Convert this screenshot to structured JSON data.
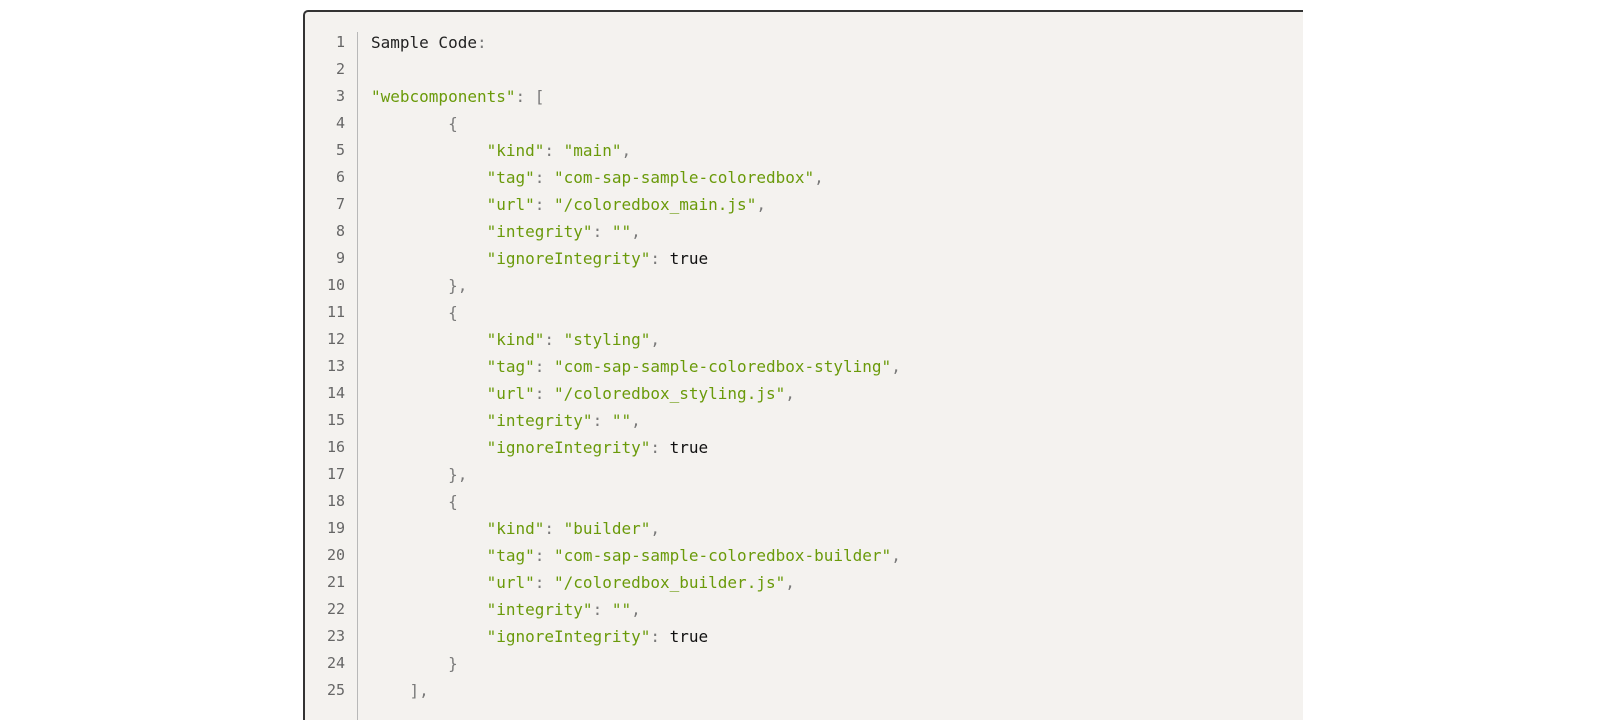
{
  "code_block": {
    "lines": [
      [
        {
          "t": "plain",
          "v": "Sample Code"
        },
        {
          "t": "punct",
          "v": ":"
        }
      ],
      [],
      [
        {
          "t": "string",
          "v": "\"webcomponents\""
        },
        {
          "t": "punct",
          "v": ": ["
        }
      ],
      [
        {
          "t": "punct",
          "v": "        {"
        }
      ],
      [
        {
          "t": "plain",
          "v": "            "
        },
        {
          "t": "string",
          "v": "\"kind\""
        },
        {
          "t": "punct",
          "v": ": "
        },
        {
          "t": "string",
          "v": "\"main\""
        },
        {
          "t": "punct",
          "v": ","
        }
      ],
      [
        {
          "t": "plain",
          "v": "            "
        },
        {
          "t": "string",
          "v": "\"tag\""
        },
        {
          "t": "punct",
          "v": ": "
        },
        {
          "t": "string",
          "v": "\"com-sap-sample-coloredbox\""
        },
        {
          "t": "punct",
          "v": ","
        }
      ],
      [
        {
          "t": "plain",
          "v": "            "
        },
        {
          "t": "string",
          "v": "\"url\""
        },
        {
          "t": "punct",
          "v": ": "
        },
        {
          "t": "string",
          "v": "\"/coloredbox_main.js\""
        },
        {
          "t": "punct",
          "v": ","
        }
      ],
      [
        {
          "t": "plain",
          "v": "            "
        },
        {
          "t": "string",
          "v": "\"integrity\""
        },
        {
          "t": "punct",
          "v": ": "
        },
        {
          "t": "string",
          "v": "\"\""
        },
        {
          "t": "punct",
          "v": ","
        }
      ],
      [
        {
          "t": "plain",
          "v": "            "
        },
        {
          "t": "string",
          "v": "\"ignoreIntegrity\""
        },
        {
          "t": "punct",
          "v": ": "
        },
        {
          "t": "keyword",
          "v": "true"
        }
      ],
      [
        {
          "t": "punct",
          "v": "        },"
        }
      ],
      [
        {
          "t": "punct",
          "v": "        {"
        }
      ],
      [
        {
          "t": "plain",
          "v": "            "
        },
        {
          "t": "string",
          "v": "\"kind\""
        },
        {
          "t": "punct",
          "v": ": "
        },
        {
          "t": "string",
          "v": "\"styling\""
        },
        {
          "t": "punct",
          "v": ","
        }
      ],
      [
        {
          "t": "plain",
          "v": "            "
        },
        {
          "t": "string",
          "v": "\"tag\""
        },
        {
          "t": "punct",
          "v": ": "
        },
        {
          "t": "string",
          "v": "\"com-sap-sample-coloredbox-styling\""
        },
        {
          "t": "punct",
          "v": ","
        }
      ],
      [
        {
          "t": "plain",
          "v": "            "
        },
        {
          "t": "string",
          "v": "\"url\""
        },
        {
          "t": "punct",
          "v": ": "
        },
        {
          "t": "string",
          "v": "\"/coloredbox_styling.js\""
        },
        {
          "t": "punct",
          "v": ","
        }
      ],
      [
        {
          "t": "plain",
          "v": "            "
        },
        {
          "t": "string",
          "v": "\"integrity\""
        },
        {
          "t": "punct",
          "v": ": "
        },
        {
          "t": "string",
          "v": "\"\""
        },
        {
          "t": "punct",
          "v": ","
        }
      ],
      [
        {
          "t": "plain",
          "v": "            "
        },
        {
          "t": "string",
          "v": "\"ignoreIntegrity\""
        },
        {
          "t": "punct",
          "v": ": "
        },
        {
          "t": "keyword",
          "v": "true"
        }
      ],
      [
        {
          "t": "punct",
          "v": "        },"
        }
      ],
      [
        {
          "t": "punct",
          "v": "        {"
        }
      ],
      [
        {
          "t": "plain",
          "v": "            "
        },
        {
          "t": "string",
          "v": "\"kind\""
        },
        {
          "t": "punct",
          "v": ": "
        },
        {
          "t": "string",
          "v": "\"builder\""
        },
        {
          "t": "punct",
          "v": ","
        }
      ],
      [
        {
          "t": "plain",
          "v": "            "
        },
        {
          "t": "string",
          "v": "\"tag\""
        },
        {
          "t": "punct",
          "v": ": "
        },
        {
          "t": "string",
          "v": "\"com-sap-sample-coloredbox-builder\""
        },
        {
          "t": "punct",
          "v": ","
        }
      ],
      [
        {
          "t": "plain",
          "v": "            "
        },
        {
          "t": "string",
          "v": "\"url\""
        },
        {
          "t": "punct",
          "v": ": "
        },
        {
          "t": "string",
          "v": "\"/coloredbox_builder.js\""
        },
        {
          "t": "punct",
          "v": ","
        }
      ],
      [
        {
          "t": "plain",
          "v": "            "
        },
        {
          "t": "string",
          "v": "\"integrity\""
        },
        {
          "t": "punct",
          "v": ": "
        },
        {
          "t": "string",
          "v": "\"\""
        },
        {
          "t": "punct",
          "v": ","
        }
      ],
      [
        {
          "t": "plain",
          "v": "            "
        },
        {
          "t": "string",
          "v": "\"ignoreIntegrity\""
        },
        {
          "t": "punct",
          "v": ": "
        },
        {
          "t": "keyword",
          "v": "true"
        }
      ],
      [
        {
          "t": "punct",
          "v": "        }"
        }
      ],
      [
        {
          "t": "punct",
          "v": "    ],"
        }
      ]
    ]
  },
  "colors": {
    "background": "#f4f2ef",
    "string": "#6a9a0a",
    "punctuation": "#7a7a7a",
    "text": "#222222",
    "line_number": "#666666"
  }
}
